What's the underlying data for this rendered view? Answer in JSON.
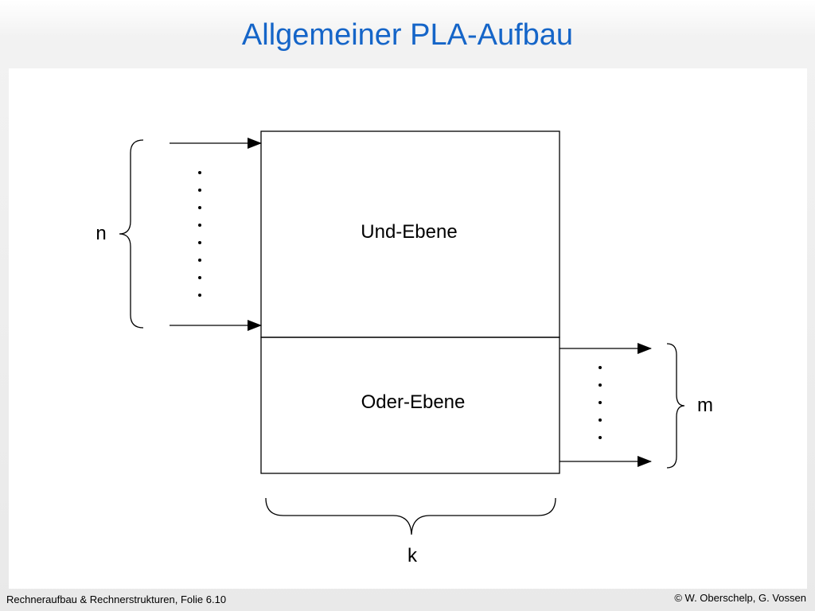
{
  "slide": {
    "title": "Allgemeiner PLA-Aufbau"
  },
  "diagram": {
    "and_plane_label": "Und-Ebene",
    "or_plane_label": "Oder-Ebene",
    "inputs_label": "n",
    "outputs_label": "m",
    "products_label": "k"
  },
  "footer": {
    "left": "Rechneraufbau & Rechnerstrukturen, Folie 6.10",
    "right": "© W. Oberschelp, G. Vossen"
  },
  "colors": {
    "title": "#1565c8",
    "diagram_stroke": "#000000"
  }
}
